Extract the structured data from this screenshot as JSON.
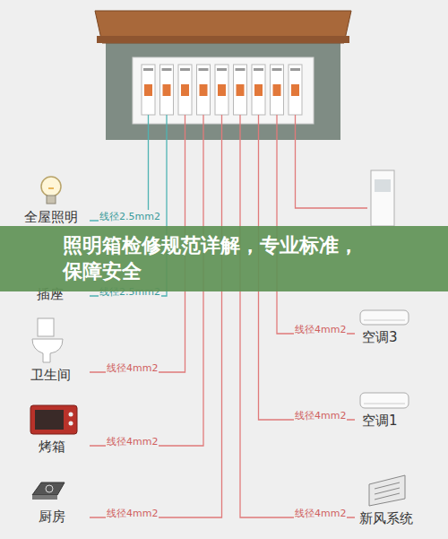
{
  "diagram": {
    "nodes": [
      {
        "text": [
          "照明箱检修规范详解，专业标准，保障安全"
        ]
      }
    ],
    "labels": [
      "全屋照明",
      "线径2.5mm2",
      "插座",
      "线径2.5mm2",
      "卫生间",
      "线径4mm2",
      "烤箱",
      "线径4mm2",
      "厨房",
      "线径4mm2",
      "线径4mm2",
      "空调3",
      "线径4mm2",
      "空调1",
      "线径4mm2",
      "新风系统"
    ]
  }
}
